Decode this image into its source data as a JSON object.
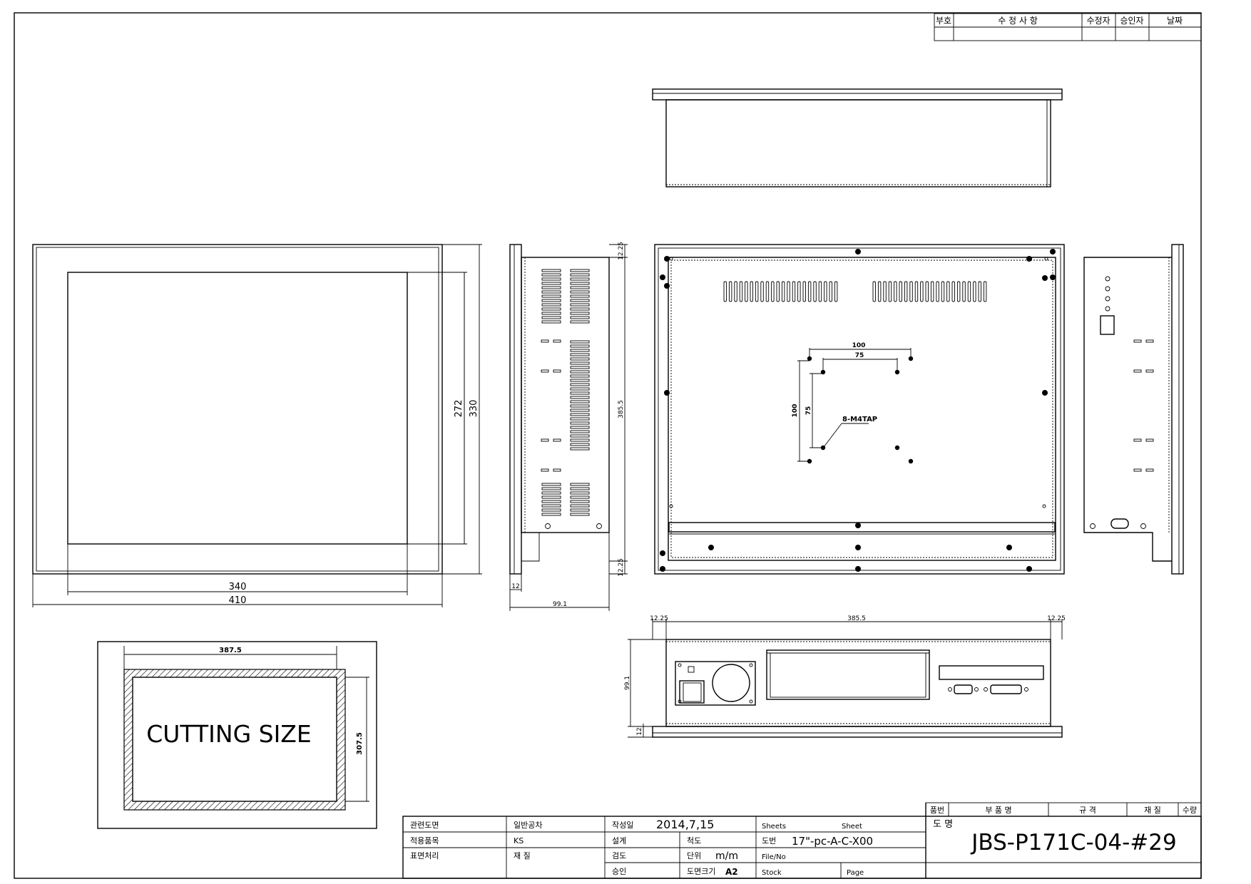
{
  "revision_table": {
    "headers": [
      "부호",
      "수 정 사 항",
      "수정자",
      "승인자",
      "날짜"
    ]
  },
  "front_view": {
    "dims": {
      "opening_width": "340",
      "outer_width": "410",
      "opening_height": "272",
      "outer_height": "330"
    }
  },
  "side_view": {
    "dims": {
      "depth": "99.1",
      "height": "385.5",
      "top_margin": "12.25",
      "bottom_margin": "12.25",
      "flange": "12"
    }
  },
  "rear_view": {
    "dims": {
      "vesa_outer": "100",
      "vesa_inner": "75",
      "vesa_outer_v": "100",
      "vesa_inner_v": "75"
    },
    "tap_label": "8-M4TAP"
  },
  "bottom_view": {
    "dims": {
      "width": "385.5",
      "left_margin": "12.25",
      "right_margin": "12.25",
      "depth": "99.1",
      "flange": "12"
    }
  },
  "cutting": {
    "label": "CUTTING SIZE",
    "width": "387.5",
    "height": "307.5"
  },
  "title_block": {
    "parts_header": [
      "품번",
      "부 품 명",
      "규 격",
      "재 질",
      "수량"
    ],
    "related_label": "관련도면",
    "related_value": "일반공차",
    "applied_label": "적용품목",
    "applied_value": "KS",
    "surface_label": "표면처리",
    "material_label": "재 질",
    "created_label": "작성일",
    "created_value": "2014,7,15",
    "design_label": "설계",
    "scale_label": "척도",
    "review_label": "검도",
    "unit_label": "단위",
    "unit_value": "m/m",
    "approve_label": "승인",
    "size_label": "도면크기",
    "size_value": "A2",
    "sheets_label": "Sheets",
    "sheet_label": "Sheet",
    "drawing_no_label": "도번",
    "drawing_no_value": "17\"-pc-A-C-X00",
    "file_label": "File/No",
    "stock_label": "Stock",
    "page_label": "Page",
    "name_label": "도 명",
    "name_value": "JBS-P171C-04-#29"
  }
}
